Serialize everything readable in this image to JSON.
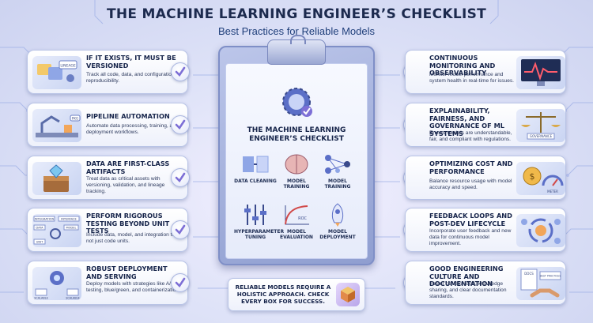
{
  "header": {
    "title": "THE MACHINE LEARNING ENGINEER’S CHECKLIST",
    "subtitle": "Best Practices for Reliable Models"
  },
  "left_cards": [
    {
      "heading": "IF IT EXISTS, IT MUST BE VERSIONED",
      "description": "Track all code, data, and configurations for reproducibility.",
      "icon": "versioning-icon"
    },
    {
      "heading": "PIPELINE AUTOMATION",
      "description": "Automate data processing, training, and deployment workflows.",
      "icon": "robot-arm-icon"
    },
    {
      "heading": "DATA ARE FIRST-CLASS ARTIFACTS",
      "description": "Treat data as critical assets with versioning, validation, and lineage tracking.",
      "icon": "gem-chest-icon"
    },
    {
      "heading": "PERFORM RIGOROUS TESTING BEYOND UNIT TESTS",
      "description": "Include data, model, and integration tests, not just code units.",
      "icon": "testing-icon"
    },
    {
      "heading": "ROBUST DEPLOYMENT AND SERVING",
      "description": "Deploy models with strategies like A/B testing, blue/green, and containerization.",
      "icon": "server-icon"
    }
  ],
  "left_icon_labels": {
    "versioning": [
      "LINEAGE"
    ],
    "pipeline": [
      "PKG"
    ],
    "testing": [
      "INTEGRATION",
      "INTERFACE",
      "DATA",
      "MODEL",
      "UNIT"
    ],
    "serving": [
      "SCALABLE",
      "SCALABLE"
    ]
  },
  "right_cards": [
    {
      "heading": "CONTINUOUS MONITORING AND OBSERVABILITY",
      "description": "Monitor model performance and system health in real-time for issues.",
      "icon": "monitor-icon"
    },
    {
      "heading": "EXPLAINABILITY, FAIRNESS, AND GOVERNANCE OF ML SYSTEMS",
      "description": "Ensure models are understandable, fair, and compliant with regulations.",
      "icon": "scales-icon"
    },
    {
      "heading": "OPTIMIZING COST AND PERFORMANCE",
      "description": "Balance resource usage with model accuracy and speed.",
      "icon": "cost-gauge-icon"
    },
    {
      "heading": "FEEDBACK LOOPS AND POST-DEV LIFECYCLE",
      "description": "Incorporate user feedback and new data for continuous model improvement.",
      "icon": "feedback-loop-icon"
    },
    {
      "heading": "GOOD ENGINEERING CULTURE AND DOCUMENTATION",
      "description": "Foster collaboration, knowledge sharing, and clear documentation standards.",
      "icon": "docs-handshake-icon"
    }
  ],
  "right_icon_labels": {
    "governance": [
      "GOVERNANCE"
    ],
    "cost": [
      "METER"
    ],
    "docs": [
      "DOCS",
      "BEST PRACTICES"
    ]
  },
  "clipboard": {
    "title": "THE MACHINE LEARNING ENGINEER’S CHECKLIST",
    "items": [
      {
        "label": "DATA CLEANING",
        "icon": "data-cleaning-icon"
      },
      {
        "label": "MODEL TRAINING",
        "icon": "brain-training-icon"
      },
      {
        "label": "MODEL TRAINING",
        "icon": "network-training-icon"
      },
      {
        "label": "HYPERPARAMETER TUNING",
        "icon": "sliders-icon"
      },
      {
        "label": "MODEL EVALUATION",
        "icon": "roc-curve-icon"
      },
      {
        "label": "MODEL DEPLOYMENT",
        "icon": "rocket-icon"
      }
    ],
    "roc_axis_label": "ROC"
  },
  "footer": {
    "text": "RELIABLE MODELS REQUIRE A HOLISTIC APPROACH. CHECK EVERY BOX FOR SUCCESS.",
    "icon": "holistic-cube-icon"
  },
  "colors": {
    "check": "#7d6fd6",
    "heading": "#16244a",
    "accent": "#5b6fc7"
  }
}
